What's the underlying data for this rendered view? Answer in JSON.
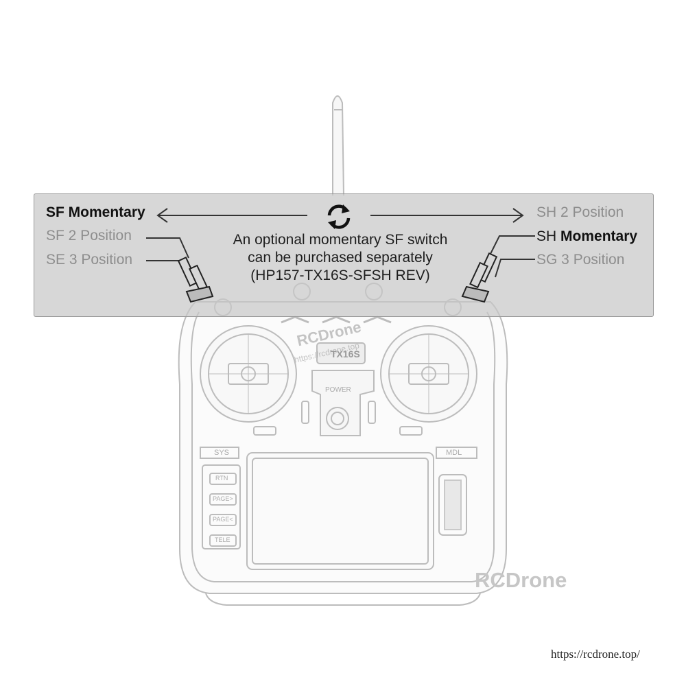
{
  "labels": {
    "sf_momentary": "SF Momentary",
    "sf_2_position": "SF 2 Position",
    "se_3_position": "SE 3 Position",
    "sh_2_position": "SH 2 Position",
    "sh_momentary_prefix": "SH",
    "sh_momentary_bold": "Momentary",
    "sg_3_position": "SG 3 Position"
  },
  "note": {
    "line1": "An optional momentary SF switch",
    "line2": "can be purchased separately",
    "line3": "(HP157-TX16S-SFSH REV)"
  },
  "device_labels": {
    "model": "TX16S",
    "power": "POWER",
    "sys": "SYS",
    "mdl": "MDL",
    "rtn": "RTN",
    "page_next": "PAGE>",
    "page_prev": "PAGE<",
    "tele": "TELE"
  },
  "watermark": {
    "brand": "RCDrone",
    "brand_small": "RCDrone",
    "url_small": "https://rcdrone.top"
  },
  "footer_url": "https://rcdrone.top/",
  "colors": {
    "banner": "#c8c8c8",
    "dark_text": "#1a1a1a",
    "light_text": "#8d8d8d",
    "outline": "#b5b5b5"
  },
  "icons": {
    "center": "sync-arrows-icon",
    "left_arrow": "arrow-left-icon",
    "right_arrow": "arrow-right-icon"
  }
}
